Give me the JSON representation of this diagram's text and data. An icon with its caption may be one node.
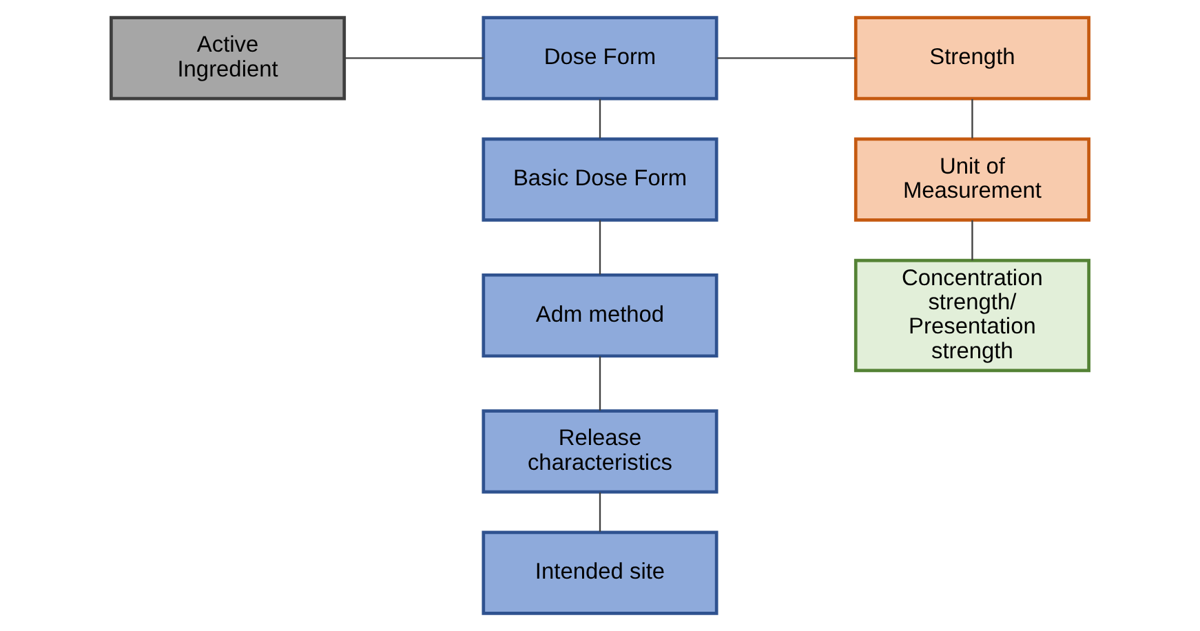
{
  "diagram": {
    "nodes": [
      {
        "text": [
          "Active Ingredient"
        ]
      },
      {
        "text": [
          "Dose Form"
        ]
      },
      {
        "text": [
          "Strength"
        ]
      },
      {
        "text": [
          "Basic Dose Form"
        ]
      },
      {
        "text": [
          "Adm method"
        ]
      },
      {
        "text": [
          "Release characteristics"
        ]
      },
      {
        "text": [
          "Intended site"
        ]
      },
      {
        "text": [
          "Unit of Measurement"
        ]
      },
      {
        "text": [
          "Concentration strength/ Presentation strength"
        ]
      }
    ],
    "edges": [
      {
        "from": 0,
        "to": 1,
        "arrow": "none"
      },
      {
        "from": 1,
        "to": 2,
        "arrow": "none"
      },
      {
        "from": 1,
        "to": 3,
        "arrow": "none"
      },
      {
        "from": 3,
        "to": 4,
        "arrow": "none"
      },
      {
        "from": 4,
        "to": 5,
        "arrow": "none"
      },
      {
        "from": 5,
        "to": 6,
        "arrow": "none"
      },
      {
        "from": 2,
        "to": 7,
        "arrow": "none"
      },
      {
        "from": 7,
        "to": 8,
        "arrow": "none"
      }
    ]
  }
}
